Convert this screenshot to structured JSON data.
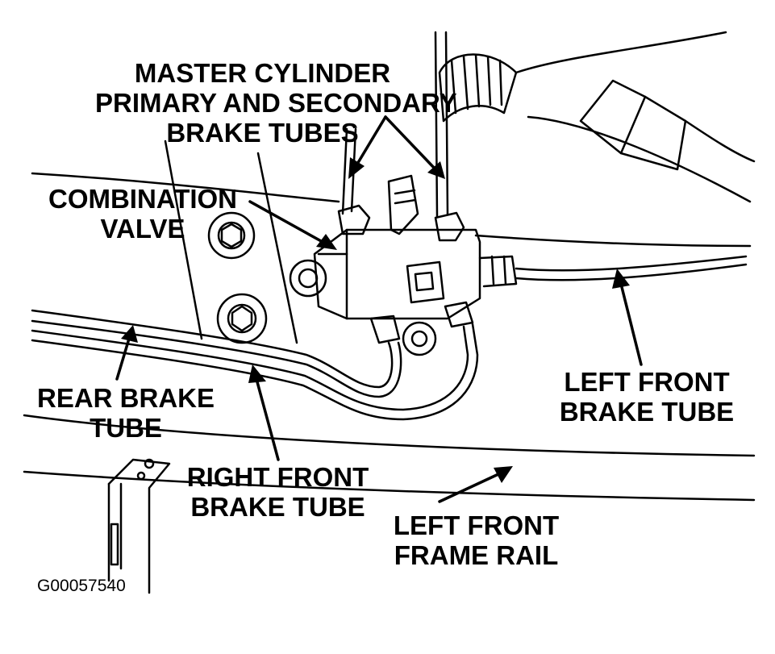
{
  "labels": {
    "master_cylinder_tubes": [
      "MASTER CYLINDER",
      "PRIMARY AND SECONDARY",
      "BRAKE TUBES"
    ],
    "combination_valve": [
      "COMBINATION",
      "VALVE"
    ],
    "left_front_brake_tube": [
      "LEFT FRONT",
      "BRAKE TUBE"
    ],
    "rear_brake_tube": [
      "REAR BRAKE",
      "TUBE"
    ],
    "right_front_brake_tube": [
      "RIGHT FRONT",
      "BRAKE TUBE"
    ],
    "left_front_frame_rail": [
      "LEFT FRONT",
      "FRAME RAIL"
    ]
  },
  "figure_id": "G00057540",
  "colors": {
    "ink": "#000000",
    "paper": "#ffffff"
  }
}
